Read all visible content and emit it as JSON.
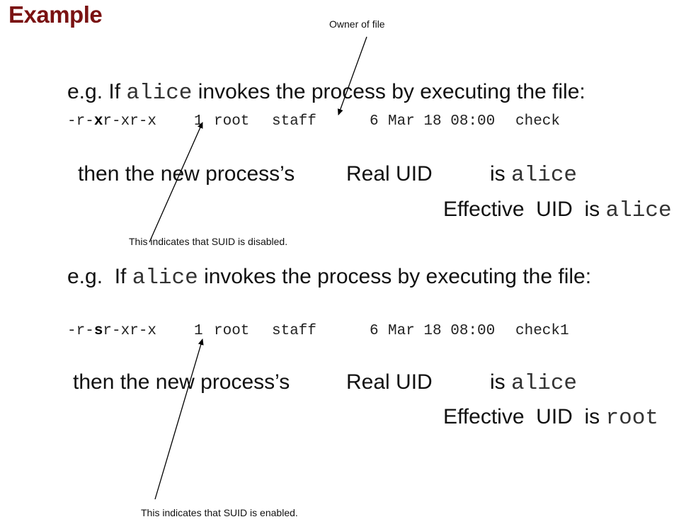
{
  "title": "Example",
  "annotations": {
    "owner_of_file": "Owner of file",
    "suid_disabled": "This indicates that SUID is disabled.",
    "suid_enabled": "This indicates that SUID is enabled."
  },
  "example1": {
    "prefix": "e.g. If ",
    "user": "alice",
    "suffix": " invokes the process by executing the file:",
    "listing": {
      "perm_a": "-r-",
      "perm_bit": "x",
      "perm_b": "r-xr-x",
      "links": "1",
      "owner": "root",
      "group": "staff",
      "size": "6",
      "date": "Mar 18 08:00",
      "name": "check"
    },
    "then_text": "then the new process’s",
    "real_uid_label": "Real UID",
    "real_is": "is",
    "real_value": "alice",
    "eff_uid_label": "Effective  UID",
    "eff_is": "is",
    "eff_value": "alice"
  },
  "example2": {
    "prefix": "e.g.  If ",
    "user": "alice",
    "suffix": " invokes the process by executing the file:",
    "listing": {
      "perm_a": "-r-",
      "perm_bit": "s",
      "perm_b": "r-xr-x",
      "links": "1",
      "owner": "root",
      "group": "staff",
      "size": "6",
      "date": "Mar 18 08:00",
      "name": "check1"
    },
    "then_text": "then the new process’s",
    "real_uid_label": "Real UID",
    "real_is": "is",
    "real_value": "alice",
    "eff_uid_label": "Effective  UID",
    "eff_is": "is",
    "eff_value": "root"
  }
}
